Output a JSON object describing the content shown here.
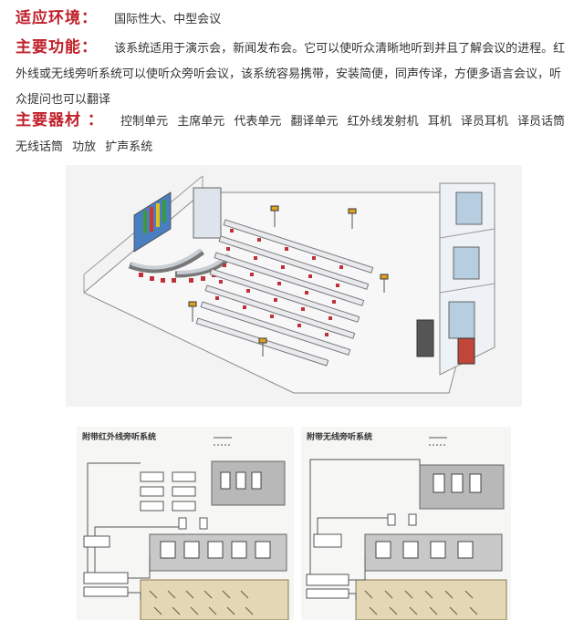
{
  "environment": {
    "heading": "适应环境：",
    "text": "国际性大、中型会议"
  },
  "function": {
    "heading": "主要功能：",
    "text": "该系统适用于演示会，新闻发布会。它可以使听众清晰地听到并且了解会议的进程。红外线或无线旁听系统可以使听众旁听会议，该系统容易携带，安装简便，同声传译，方便多语言会议，听众提问也可以翻译"
  },
  "equipment": {
    "heading": "主要器材 ：",
    "text": "控制单元 主席单元 代表单元 翻译单元 红外线发射机 耳机 译员耳机 译员话筒 无线话筒 功放 扩声系统"
  },
  "diagram_infrared": {
    "title": "附带红外线旁听系统"
  },
  "diagram_wireless": {
    "title": "附带无线旁听系统"
  }
}
